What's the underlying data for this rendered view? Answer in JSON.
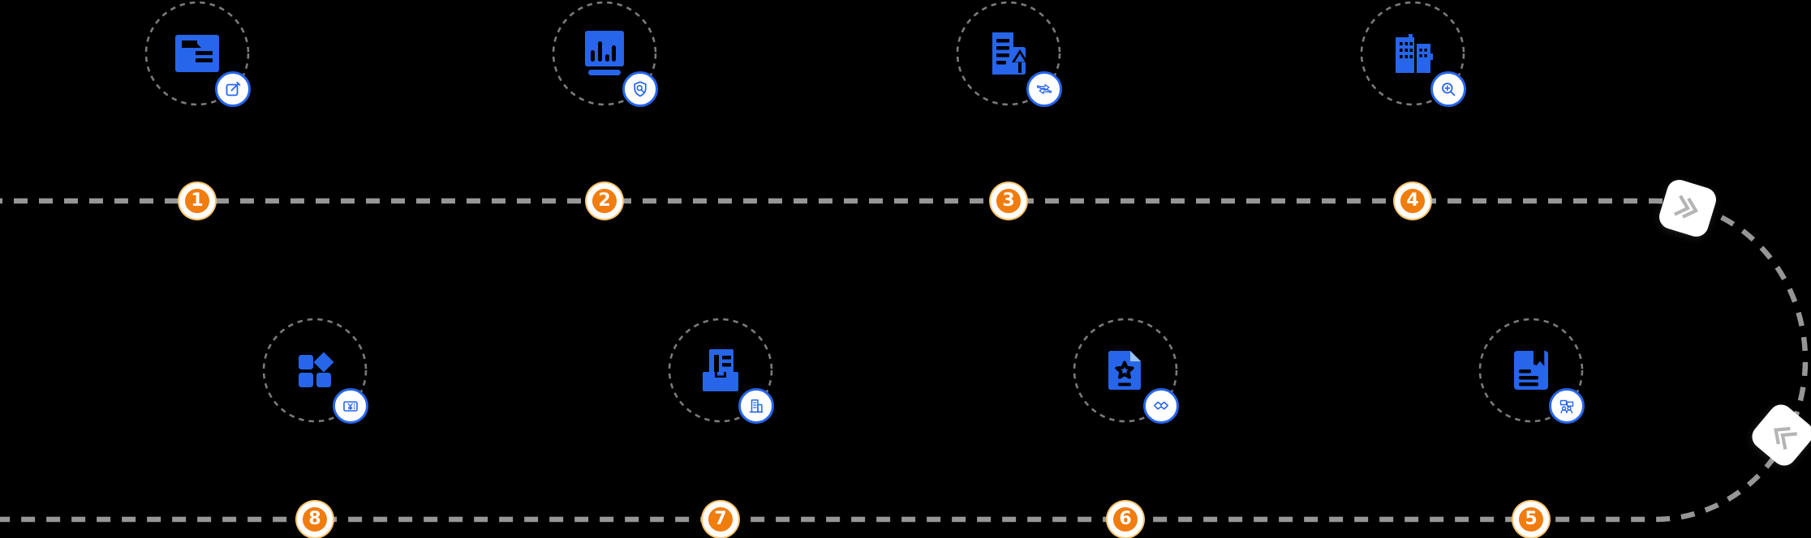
{
  "diagram": {
    "type": "process-flow-serpentine",
    "rows": 2,
    "step_count": 8
  },
  "colors": {
    "background": "#000000",
    "icon_blue": "#2765EA",
    "marker_orange": "#F07D0E",
    "marker_halo": "#FBC26B",
    "path_dash_gray": "#969696",
    "circle_dash_gray": "#7A7A7A",
    "chevron_gray": "#B5B5B5",
    "badge_background": "#FFFFFF"
  },
  "steps": [
    {
      "number": "1",
      "icon": "folder-documents",
      "badge": "edit"
    },
    {
      "number": "2",
      "icon": "bar-chart-panel",
      "badge": "shield-search"
    },
    {
      "number": "3",
      "icon": "document-upload",
      "badge": "transfer-arrows"
    },
    {
      "number": "4",
      "icon": "buildings",
      "badge": "zoom-in"
    },
    {
      "number": "5",
      "icon": "notebook-bookmark",
      "badge": "people-meeting"
    },
    {
      "number": "6",
      "icon": "certificate-star",
      "badge": "handshake"
    },
    {
      "number": "7",
      "icon": "archive-documents",
      "badge": "building"
    },
    {
      "number": "8",
      "icon": "app-blocks",
      "badge": "banknote-yen"
    }
  ],
  "arrows": [
    {
      "name": "double-chevron",
      "direction": "right"
    },
    {
      "name": "double-chevron",
      "direction": "down-left"
    }
  ]
}
